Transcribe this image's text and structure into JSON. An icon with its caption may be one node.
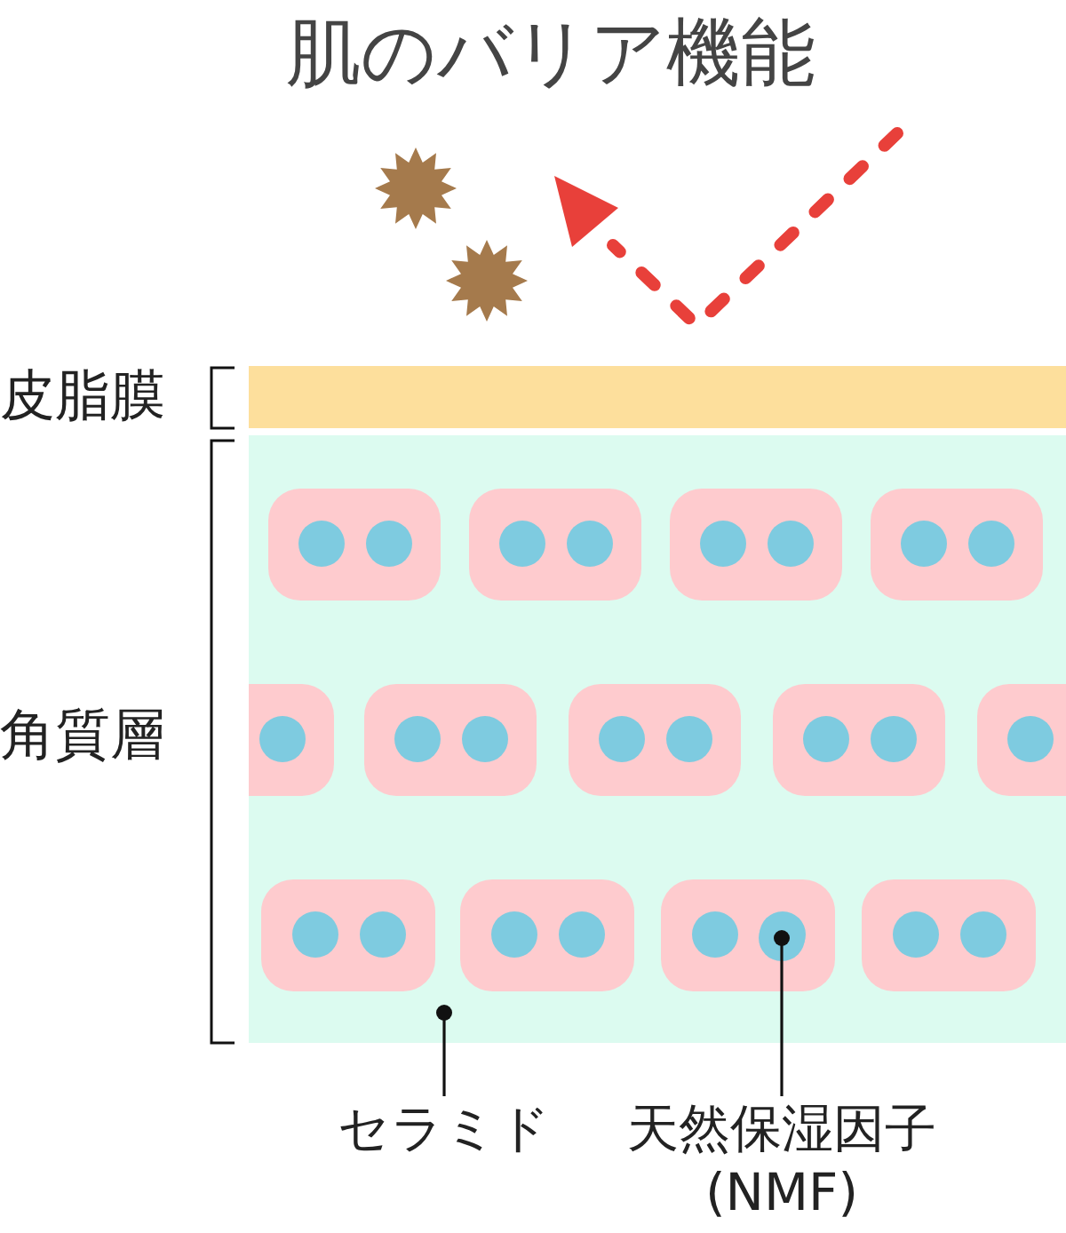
{
  "diagram": {
    "title": "肌のバリア機能",
    "nodes": [
      {
        "text": [
          "皮脂膜"
        ]
      },
      {
        "text": [
          "角質層"
        ]
      },
      {
        "text": [],
        "shape": "circle",
        "in": 1
      },
      {
        "text": [
          "セラミド"
        ]
      },
      {
        "text": [
          "天然保湿因子 (NMF)"
        ]
      }
    ],
    "edges": [
      {
        "from": 3,
        "to": 1,
        "arrow": "other"
      },
      {
        "from": 4,
        "to": 2,
        "arrow": "other"
      }
    ]
  }
}
